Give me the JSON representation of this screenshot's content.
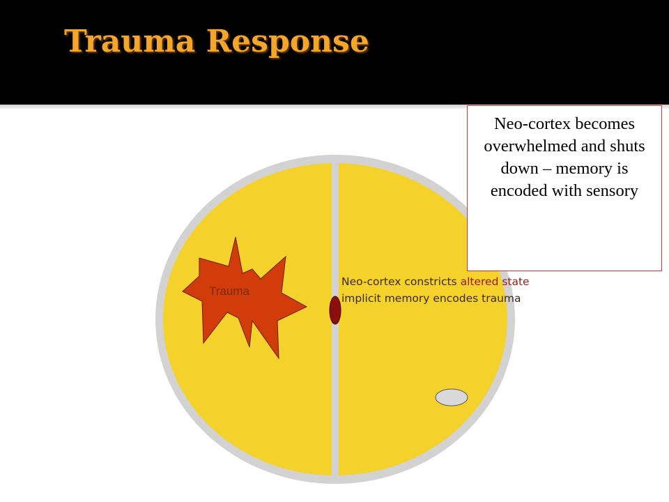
{
  "slide": {
    "title": "Trauma Response"
  },
  "callout": {
    "text": "Neo-cortex becomes overwhelmed and shuts down – memory is encoded with sensory"
  },
  "diagram": {
    "trauma_label": "Trauma",
    "annotation": {
      "part1": "Neo-cortex constricts ",
      "part2": "altered state",
      "part3": " implicit memory encodes trauma"
    }
  },
  "colors": {
    "background": "#ffffff",
    "title_bar": "#000000",
    "title_text": "#f4a62a",
    "brain_fill": "#f5d12b",
    "brain_outline": "#d2d2d2",
    "trauma_shape": "#d23c0a",
    "amygdala": "#8b0f0f",
    "callout_border": "#e0313b"
  },
  "icons": [
    "brain-diagram",
    "trauma-starburst-shape",
    "amygdala-marker"
  ]
}
